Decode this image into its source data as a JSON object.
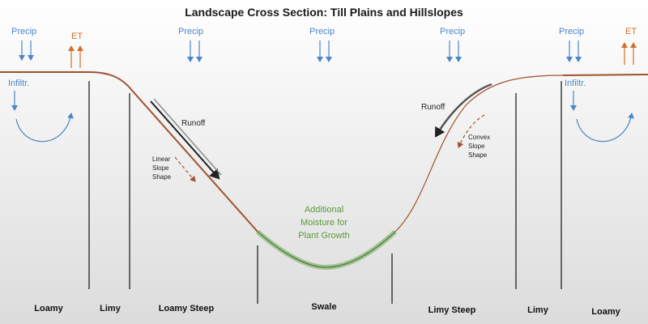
{
  "title": "Landscape Cross Section: Till Plains and Hillslopes",
  "labels": {
    "precip": "Precip",
    "et": "ET",
    "infiltration": "Infiltr.",
    "runoff": "Runoff",
    "linear_1": "Linear",
    "linear_2": "Slope",
    "linear_3": "Shape",
    "convex_1": "Convex",
    "convex_2": "Slope",
    "convex_3": "Shape",
    "moisture_1": "Additional",
    "moisture_2": "Moisture for",
    "moisture_3": "Plant Growth"
  },
  "zones": [
    "Loamy",
    "Limy",
    "Loamy Steep",
    "Swale",
    "Limy Steep",
    "Limy",
    "Loamy"
  ],
  "colors": {
    "terrain": "#a0522d",
    "precip": "#4a86c8",
    "et": "#d0702a",
    "swale": "#6aa84f",
    "runoff_dark": "#333333",
    "runoff_gray": "#8a8a8a"
  }
}
